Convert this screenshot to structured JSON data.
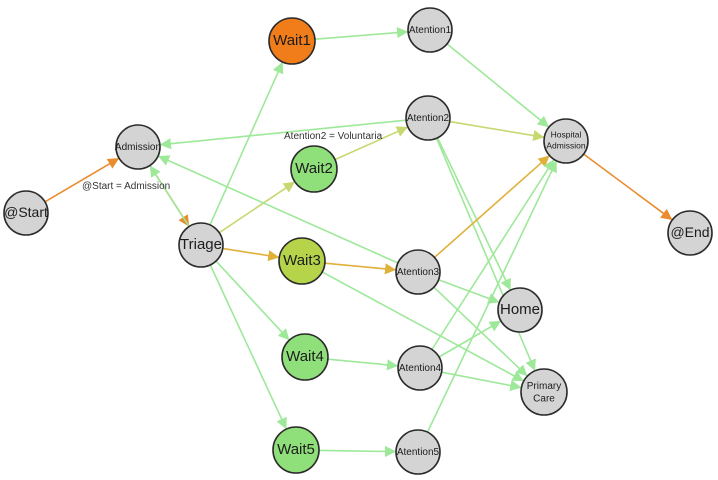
{
  "colors": {
    "node_default": "#d4d4d4",
    "node_wait1": "#f07d1a",
    "node_wait3": "#b5d44a",
    "node_wait_green": "#8fe07a",
    "edge_light_green": "#9ee89a",
    "edge_olive": "#c8d870",
    "edge_orange": "#ea8c2c",
    "edge_gold": "#e0b13a"
  },
  "nodes": [
    {
      "id": "start",
      "label": "@Start",
      "fill": "node_default"
    },
    {
      "id": "admission",
      "label": "Admission",
      "fill": "node_default"
    },
    {
      "id": "triage",
      "label": "Triage",
      "fill": "node_default"
    },
    {
      "id": "wait1",
      "label": "Wait1",
      "fill": "node_wait1"
    },
    {
      "id": "wait2",
      "label": "Wait2",
      "fill": "node_wait_green"
    },
    {
      "id": "wait3",
      "label": "Wait3",
      "fill": "node_wait3"
    },
    {
      "id": "wait4",
      "label": "Wait4",
      "fill": "node_wait_green"
    },
    {
      "id": "wait5",
      "label": "Wait5",
      "fill": "node_wait_green"
    },
    {
      "id": "atention1",
      "label": "Atention1",
      "fill": "node_default"
    },
    {
      "id": "atention2",
      "label": "Atention2",
      "fill": "node_default"
    },
    {
      "id": "atention3",
      "label": "Atention3",
      "fill": "node_default"
    },
    {
      "id": "atention4",
      "label": "Atention4",
      "fill": "node_default"
    },
    {
      "id": "atention5",
      "label": "Atention5",
      "fill": "node_default"
    },
    {
      "id": "hospital",
      "label": [
        "Hospital",
        "Admission"
      ],
      "fill": "node_default"
    },
    {
      "id": "home",
      "label": "Home",
      "fill": "node_default"
    },
    {
      "id": "primary",
      "label": [
        "Primary",
        "Care"
      ],
      "fill": "node_default"
    },
    {
      "id": "end",
      "label": "@End",
      "fill": "node_default"
    }
  ],
  "edges": [
    {
      "from": "start",
      "to": "admission",
      "color": "edge_orange"
    },
    {
      "from": "admission",
      "to": "triage",
      "color": "edge_orange"
    },
    {
      "from": "triage",
      "to": "wait1",
      "color": "edge_light_green"
    },
    {
      "from": "triage",
      "to": "wait2",
      "color": "edge_olive"
    },
    {
      "from": "triage",
      "to": "wait3",
      "color": "edge_gold"
    },
    {
      "from": "triage",
      "to": "wait4",
      "color": "edge_light_green"
    },
    {
      "from": "triage",
      "to": "wait5",
      "color": "edge_light_green"
    },
    {
      "from": "wait1",
      "to": "atention1",
      "color": "edge_light_green"
    },
    {
      "from": "wait2",
      "to": "atention2",
      "color": "edge_olive"
    },
    {
      "from": "wait3",
      "to": "atention3",
      "color": "edge_gold"
    },
    {
      "from": "wait4",
      "to": "atention4",
      "color": "edge_light_green"
    },
    {
      "from": "wait5",
      "to": "atention5",
      "color": "edge_light_green"
    },
    {
      "from": "atention1",
      "to": "hospital",
      "color": "edge_light_green"
    },
    {
      "from": "atention2",
      "to": "hospital",
      "color": "edge_olive"
    },
    {
      "from": "atention2",
      "to": "admission",
      "color": "edge_light_green"
    },
    {
      "from": "atention2",
      "to": "home",
      "color": "edge_light_green"
    },
    {
      "from": "atention2",
      "to": "primary",
      "color": "edge_light_green"
    },
    {
      "from": "atention3",
      "to": "admission",
      "color": "edge_light_green"
    },
    {
      "from": "atention3",
      "to": "hospital",
      "color": "edge_gold"
    },
    {
      "from": "atention3",
      "to": "home",
      "color": "edge_light_green"
    },
    {
      "from": "atention3",
      "to": "primary",
      "color": "edge_light_green"
    },
    {
      "from": "atention4",
      "to": "home",
      "color": "edge_light_green"
    },
    {
      "from": "atention4",
      "to": "primary",
      "color": "edge_light_green"
    },
    {
      "from": "atention4",
      "to": "hospital",
      "color": "edge_light_green"
    },
    {
      "from": "atention5",
      "to": "hospital",
      "color": "edge_light_green"
    },
    {
      "from": "wait3",
      "to": "primary",
      "color": "edge_light_green"
    },
    {
      "from": "triage",
      "to": "admission",
      "color": "edge_light_green"
    },
    {
      "from": "hospital",
      "to": "end",
      "color": "edge_orange"
    }
  ],
  "edge_labels": {
    "start_admission": "@Start = Admission",
    "wait2_atention2": "Atention2 = Voluntaria"
  }
}
